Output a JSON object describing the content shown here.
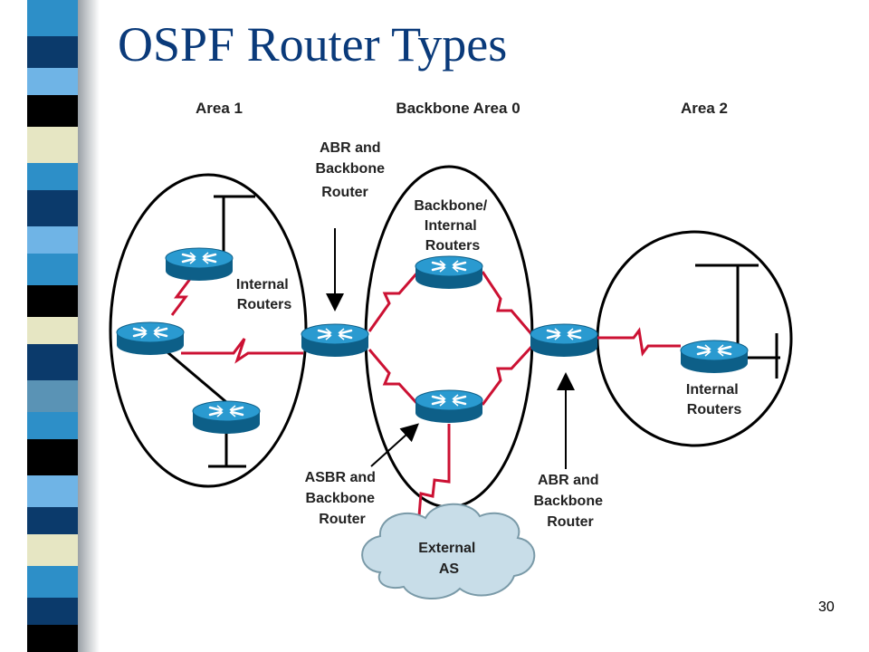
{
  "slide": {
    "title": "OSPF Router Types",
    "page_number": "30"
  },
  "colors": {
    "title": "#0a3a7a",
    "serial_link": "#cc1133",
    "ethernet_link": "#000000",
    "router_body": "#1a86b8",
    "cloud": "#c8dde8"
  },
  "diagram": {
    "areas": {
      "area1": "Area 1",
      "area0": "Backbone Area 0",
      "area2": "Area 2"
    },
    "labels": {
      "abr_left": [
        "ABR and",
        "Backbone",
        "Router"
      ],
      "internal_area1": [
        "Internal",
        "Routers"
      ],
      "backbone_internal": [
        "Backbone/",
        "Internal",
        "Routers"
      ],
      "asbr": [
        "ASBR and",
        "Backbone",
        "Router"
      ],
      "abr_right": [
        "ABR and",
        "Backbone",
        "Router"
      ],
      "internal_area2": [
        "Internal",
        "Routers"
      ],
      "external": [
        "External",
        "AS"
      ]
    }
  }
}
